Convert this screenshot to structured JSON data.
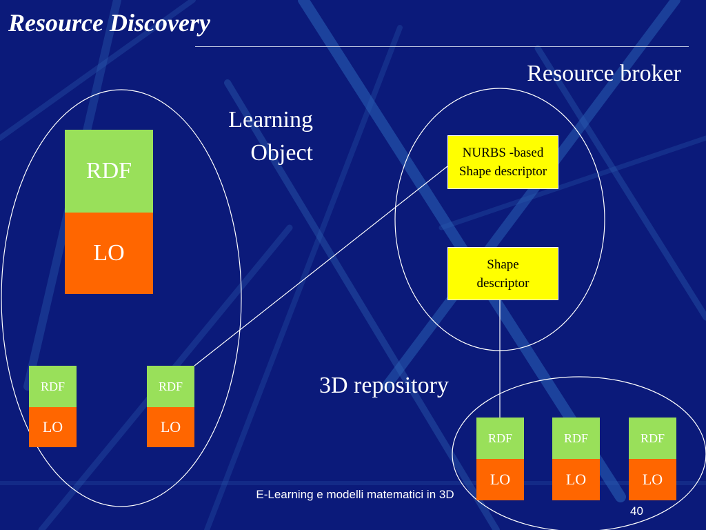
{
  "slide": {
    "title": "Resource Discovery",
    "footer": "E-Learning e modelli matematici in 3D",
    "page_number": "40"
  },
  "labels": {
    "resource_broker": "Resource broker",
    "learning_object": "Learning Object",
    "repository": "3D repository"
  },
  "learning_object_group": {
    "large": {
      "rdf": "RDF",
      "lo": "LO"
    },
    "small": [
      {
        "rdf": "RDF",
        "lo": "LO"
      },
      {
        "rdf": "RDF",
        "lo": "LO"
      }
    ]
  },
  "broker": {
    "nurbs_descriptor": "NURBS -based Shape descriptor",
    "shape_descriptor": "Shape descriptor"
  },
  "repository_items": [
    {
      "rdf": "RDF",
      "lo": "LO"
    },
    {
      "rdf": "RDF",
      "lo": "LO"
    },
    {
      "rdf": "RDF",
      "lo": "LO"
    }
  ],
  "colors": {
    "background": "#0b1a7a",
    "rdf": "#99e05a",
    "lo": "#ff6600",
    "descriptor": "#ffff00"
  }
}
